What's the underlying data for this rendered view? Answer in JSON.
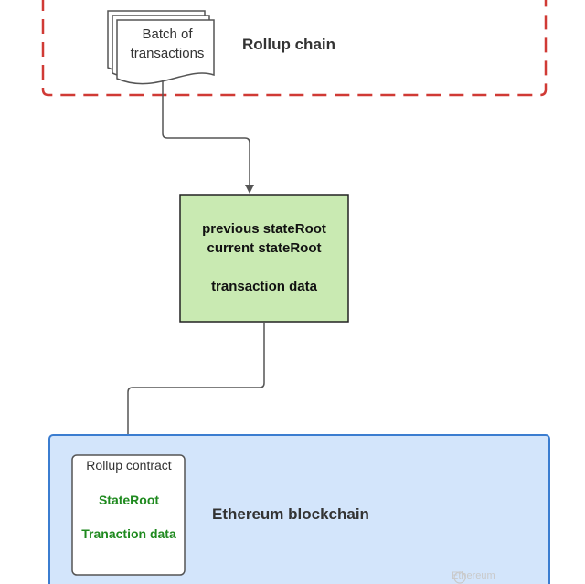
{
  "rollup_chain": {
    "label": "Rollup chain",
    "border_color": "#d03a35"
  },
  "batch_document": {
    "line1": "Batch of",
    "line2": "transactions"
  },
  "state_box": {
    "line1": "previous stateRoot",
    "line2": "current stateRoot",
    "line3": "transaction data",
    "fill_color": "#c9eab2"
  },
  "ethereum": {
    "label": "Ethereum blockchain",
    "fill_color": "#d3e5fb",
    "border_color": "#3b7dd0"
  },
  "rollup_contract": {
    "title": "Rollup contract",
    "items": [
      "StateRoot",
      "Tranaction data"
    ],
    "item_color": "#1f8a1f"
  },
  "watermark": {
    "text": "Ethereum"
  }
}
